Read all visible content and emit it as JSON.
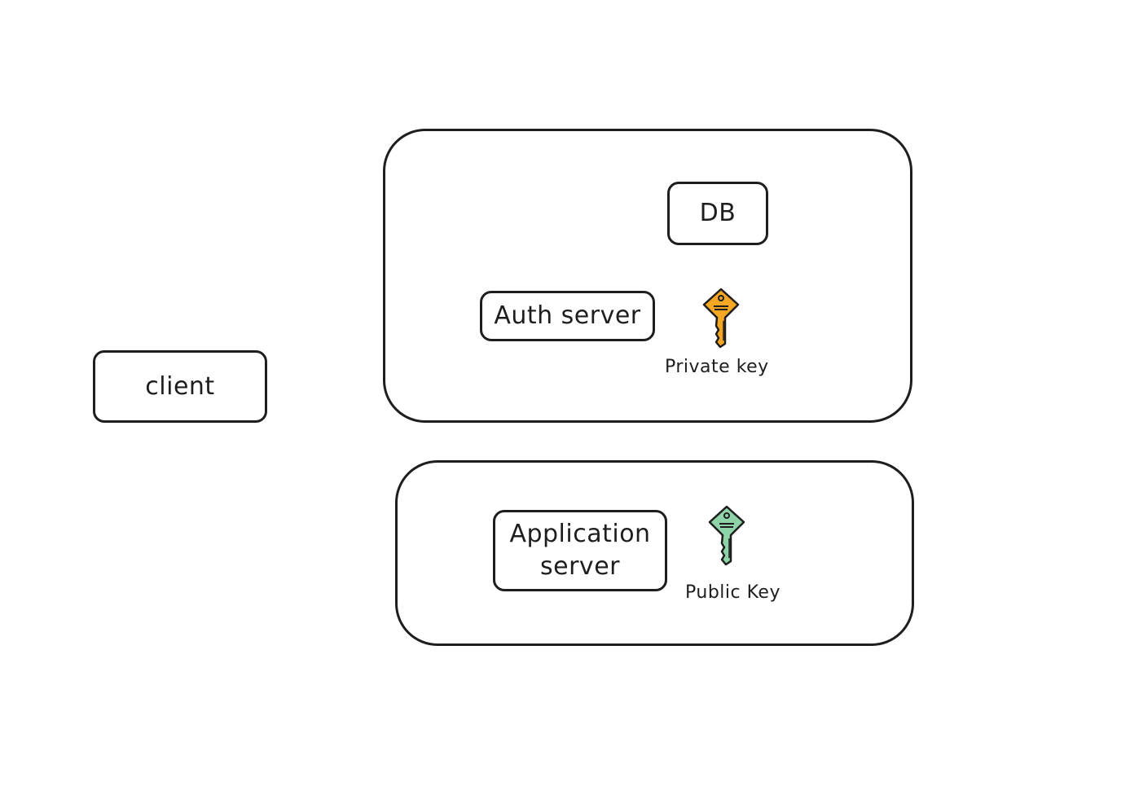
{
  "diagram": {
    "nodes": {
      "client": "client",
      "db": "DB",
      "auth_server": "Auth server",
      "application_server_line1": "Application",
      "application_server_line2": "server"
    },
    "labels": {
      "private_key": "Private key",
      "public_key": "Public Key"
    },
    "icons": {
      "private_key_icon": "key-icon",
      "public_key_icon": "key-icon"
    },
    "colors": {
      "stroke": "#1e1e1e",
      "private_key_fill": "#f5a623",
      "public_key_fill": "#8fd4a8"
    }
  }
}
